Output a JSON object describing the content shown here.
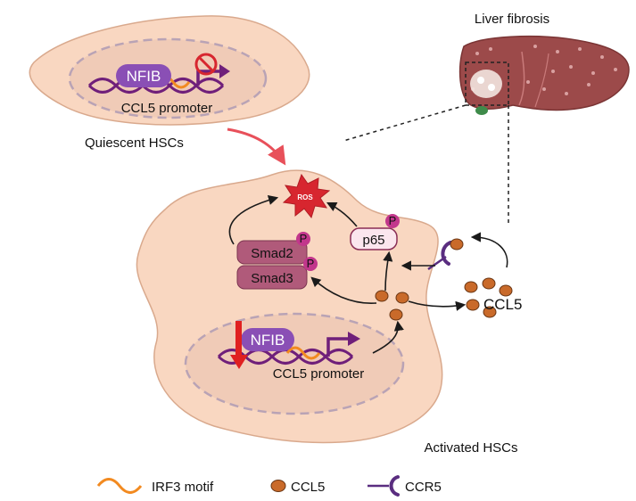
{
  "labels": {
    "liver_fibrosis": "Liver fibrosis",
    "quiescent_hscs": "Quiescent HSCs",
    "activated_hscs": "Activated HSCs",
    "nfib_top": "NFIB",
    "nfib_bottom": "NFIB",
    "ccl5_promoter_top": "CCL5 promoter",
    "ccl5_promoter_bottom": "CCL5 promoter",
    "ros": "ROS",
    "p65": "p65",
    "smad2": "Smad2",
    "smad3": "Smad3",
    "phospho": "P",
    "ccl5_cluster": "CCL5"
  },
  "legend": {
    "irf3_motif": "IRF3 motif",
    "ccl5": "CCL5",
    "ccr5": "CCR5"
  },
  "colors": {
    "cell_fill": "#f9d7c1",
    "cell_stroke": "#d9a98d",
    "nucleus_fill": "#f0cbb7",
    "nucleus_dash": "#b9a3b5",
    "dna_purple": "#6f1f7a",
    "irf3_orange": "#f28a20",
    "nfib_purple": "#8a4fb5",
    "smad_fill": "#b05a7a",
    "phospho_magenta": "#c2378c",
    "ccl5_brown": "#c96a2a",
    "ros_red": "#d7262f",
    "red_arrow": "#e02020",
    "liver_fill": "#9c4a4a"
  },
  "icons": {
    "inhibition": "no-entry-icon",
    "ros": "starburst-icon",
    "receptor": "ccr5-receptor-icon"
  }
}
